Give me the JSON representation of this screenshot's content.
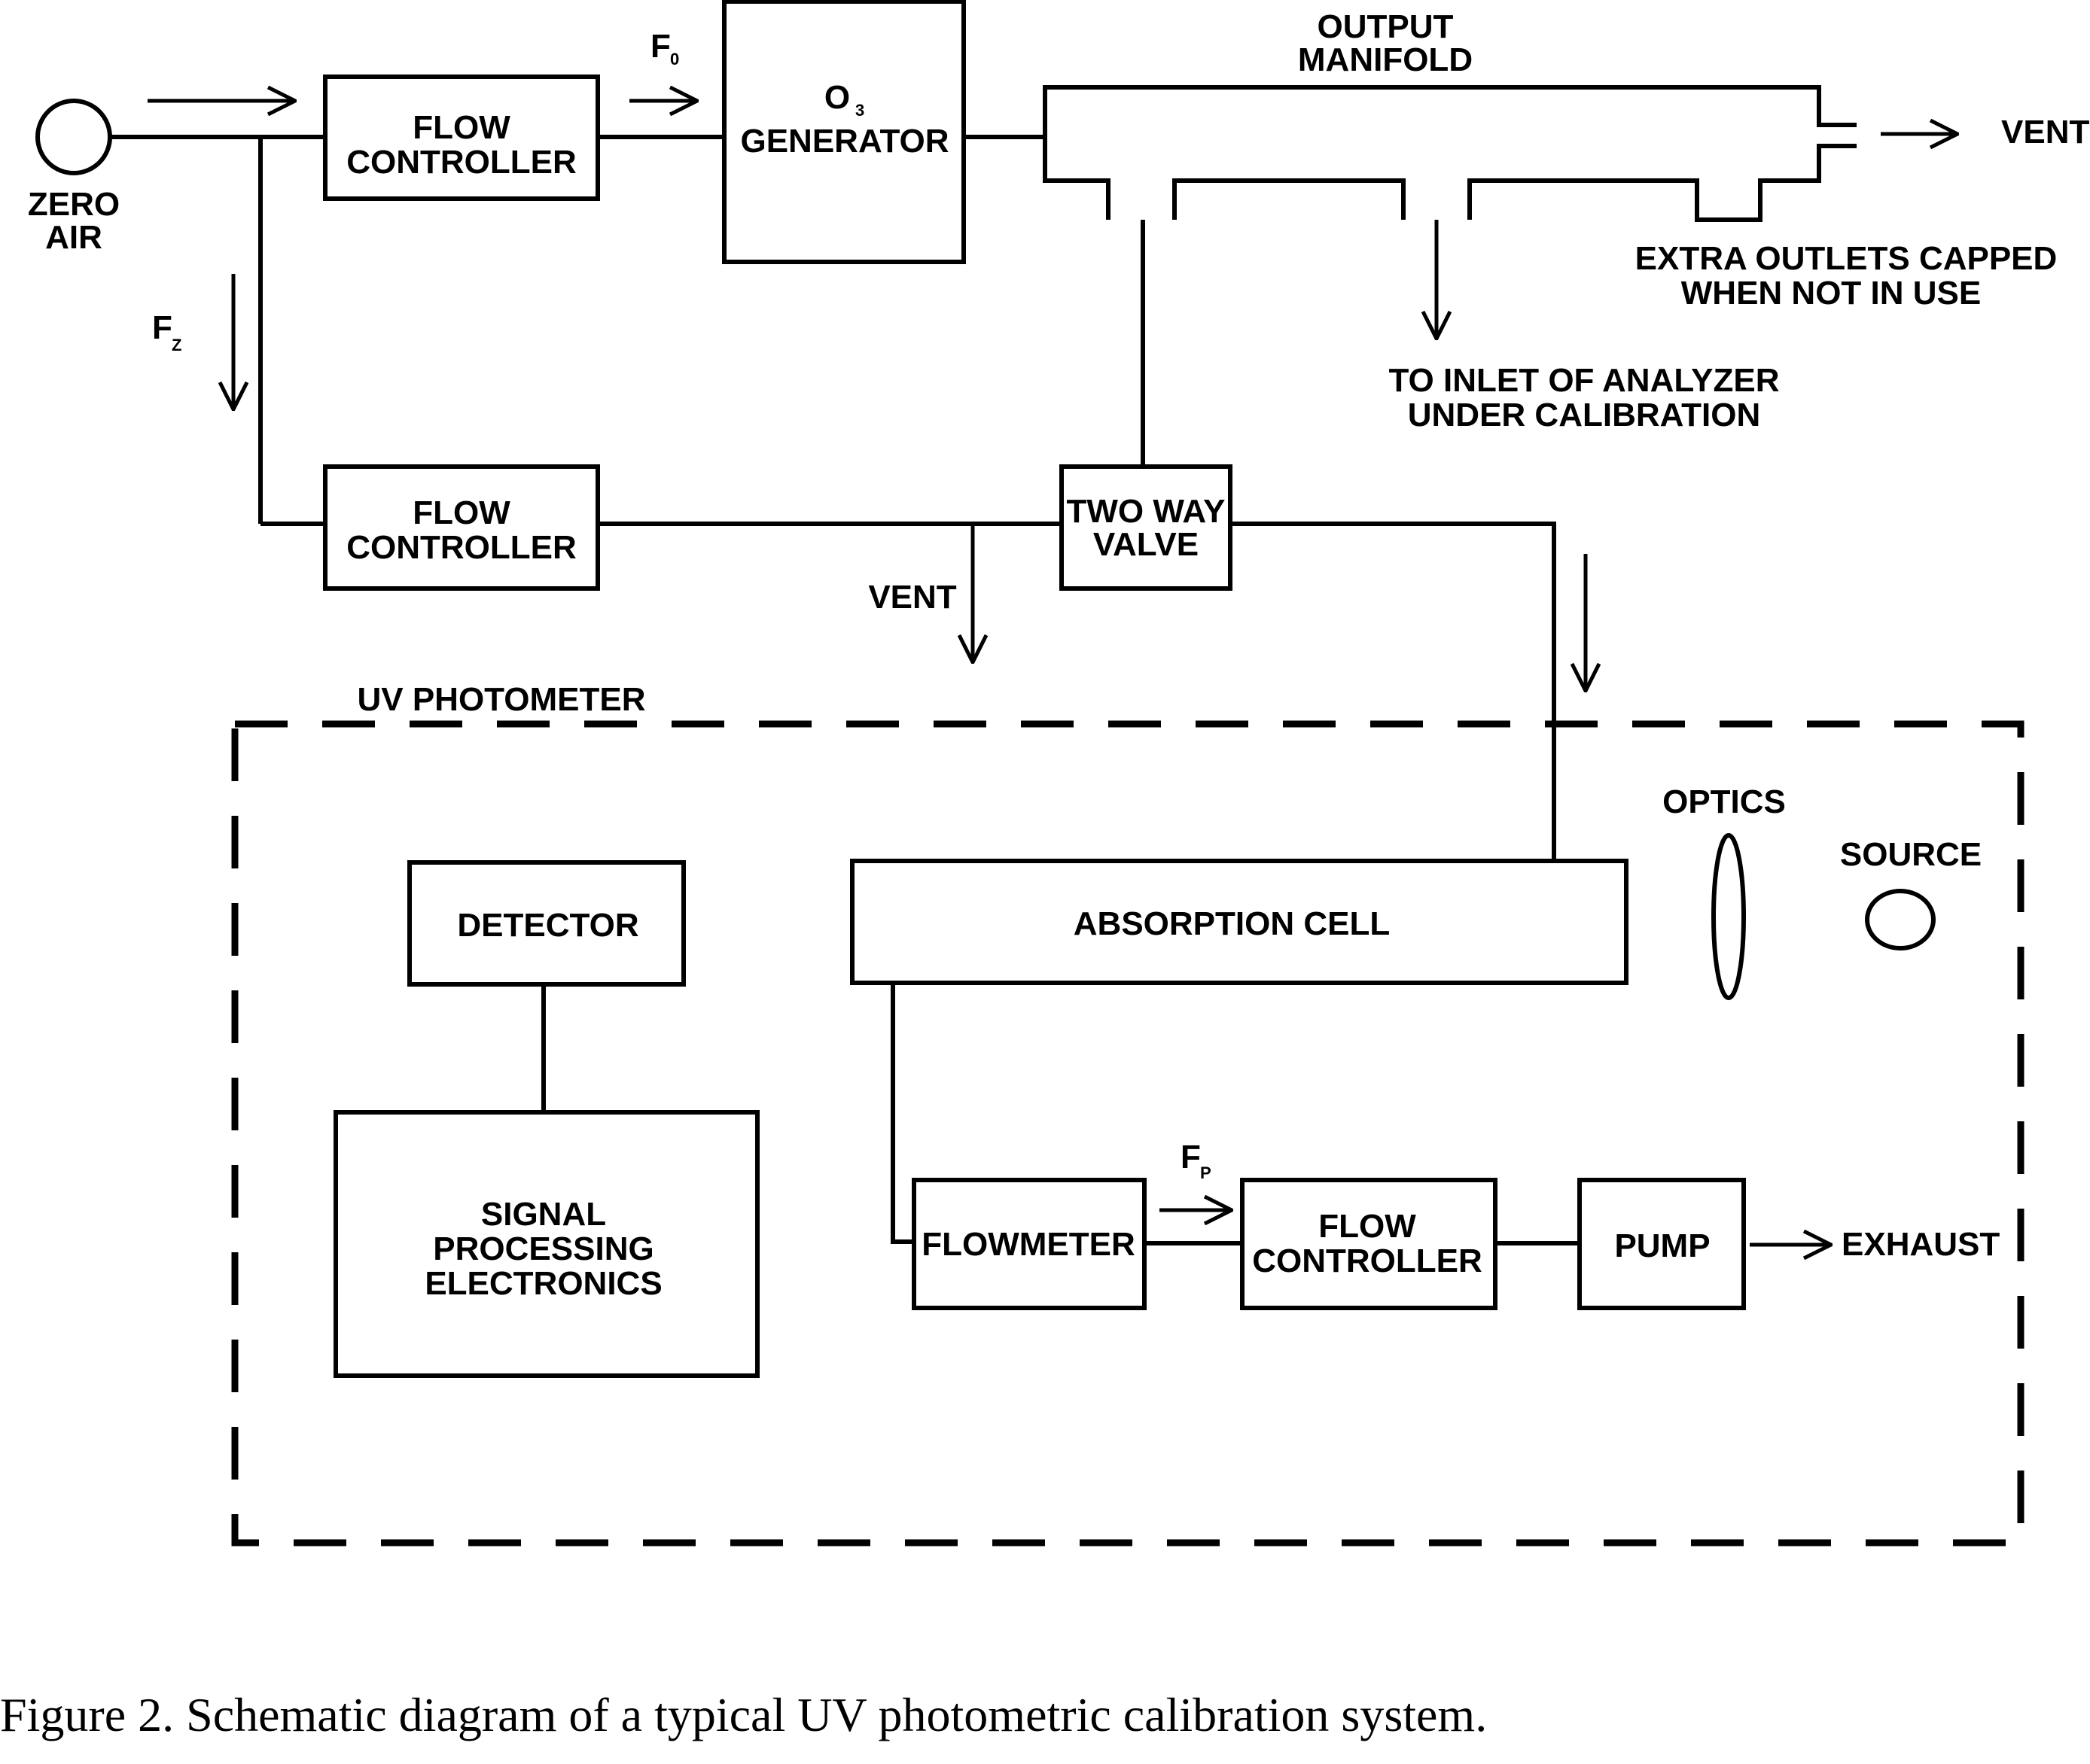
{
  "labels": {
    "zero_air_1": "ZERO",
    "zero_air_2": "AIR",
    "fz_main": "F",
    "fz_sub": "Z",
    "f0_main": "F",
    "f0_sub": "0",
    "flow_controller_1": "FLOW",
    "flow_controller_2": "CONTROLLER",
    "o3_main": "O",
    "o3_sub": "3",
    "generator": "GENERATOR",
    "output_manifold_1": "OUTPUT",
    "output_manifold_2": "MANIFOLD",
    "vent": "VENT",
    "extra_outlets_1": "EXTRA OUTLETS CAPPED",
    "extra_outlets_2": "WHEN NOT IN USE",
    "analyzer_inlet_1": "TO INLET OF ANALYZER",
    "analyzer_inlet_2": "UNDER CALIBRATION",
    "two_way_valve_1": "TWO WAY",
    "two_way_valve_2": "VALVE",
    "uv_photometer": "UV PHOTOMETER",
    "optics": "OPTICS",
    "source": "SOURCE",
    "detector": "DETECTOR",
    "absorption_cell": "ABSORPTION CELL",
    "signal_processing_1": "SIGNAL",
    "signal_processing_2": "PROCESSING",
    "signal_processing_3": "ELECTRONICS",
    "flowmeter": "FLOWMETER",
    "fp_main": "F",
    "fp_sub": "P",
    "pump": "PUMP",
    "exhaust": "EXHAUST"
  },
  "caption": "Figure 2. Schematic diagram of a typical UV photometric calibration system."
}
